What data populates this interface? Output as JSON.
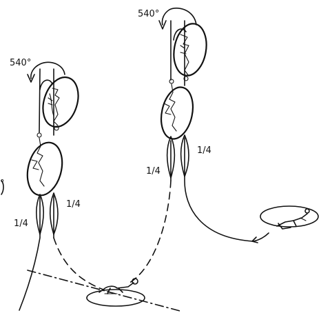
{
  "labels": {
    "rotation_left": "540°",
    "rotation_right": "540°",
    "edge_fragment": "°",
    "left_fraction_a": "1/4",
    "left_fraction_b": "1/4",
    "right_fraction_a": "1/4",
    "right_fraction_b": "1/4"
  },
  "colors": {
    "ink": "#111111",
    "background": "#ffffff"
  },
  "icons": {
    "rotation": "curved-arrow",
    "performer": "skater-figure",
    "takeoff": "crouching-skater",
    "landing": "gliding-skater"
  }
}
